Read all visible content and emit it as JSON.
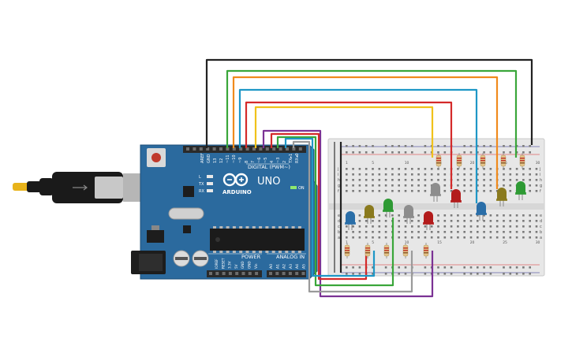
{
  "board": {
    "name": "UNO",
    "brand": "ARDUINO",
    "digital_label": "DIGITAL (PWM~)",
    "power_label": "POWER",
    "analog_label": "ANALOG IN",
    "on_label": "ON",
    "led_labels": [
      "L",
      "TX",
      "RX"
    ],
    "digital_pins": [
      "AREF",
      "GND",
      "13",
      "12",
      "~11",
      "~10",
      "~9",
      "8",
      "7",
      "~6",
      "~5",
      "4",
      "~3",
      "2",
      "TX▸1",
      "RX◂0"
    ],
    "power_pins": [
      "IOREF",
      "RESET",
      "3.3V",
      "5V",
      "GND",
      "GND",
      "Vin"
    ],
    "analog_pins": [
      "A0",
      "A1",
      "A2",
      "A3",
      "A4",
      "A5"
    ],
    "color_board": "#2b6a9e",
    "color_header": "#2a2a2a"
  },
  "breadboard": {
    "row_letters_top": [
      "j",
      "i",
      "h",
      "g",
      "f"
    ],
    "row_letters_bottom": [
      "e",
      "d",
      "c",
      "b",
      "a"
    ],
    "column_numbers": [
      "1",
      "5",
      "10",
      "15",
      "20",
      "25",
      "30"
    ]
  },
  "leds": [
    {
      "name": "blue",
      "color": "#2a6ea8"
    },
    {
      "name": "olive",
      "color": "#8a7a1e"
    },
    {
      "name": "green",
      "color": "#2e9a34"
    },
    {
      "name": "gray",
      "color": "#8d8d8d"
    },
    {
      "name": "red",
      "color": "#b31c1c"
    },
    {
      "name": "gray",
      "color": "#8d8d8d"
    },
    {
      "name": "red",
      "color": "#b31c1c"
    },
    {
      "name": "blue",
      "color": "#2a6ea8"
    },
    {
      "name": "olive",
      "color": "#8a7a1e"
    },
    {
      "name": "green",
      "color": "#2e9a34"
    }
  ],
  "wire_colors": {
    "black": "#222222",
    "green": "#3aa63a",
    "orange": "#f08a1c",
    "cyan": "#1e97c6",
    "red": "#d42a2a",
    "yellow": "#f0c21a",
    "purple": "#7b3294",
    "gray": "#9a9a9a"
  }
}
